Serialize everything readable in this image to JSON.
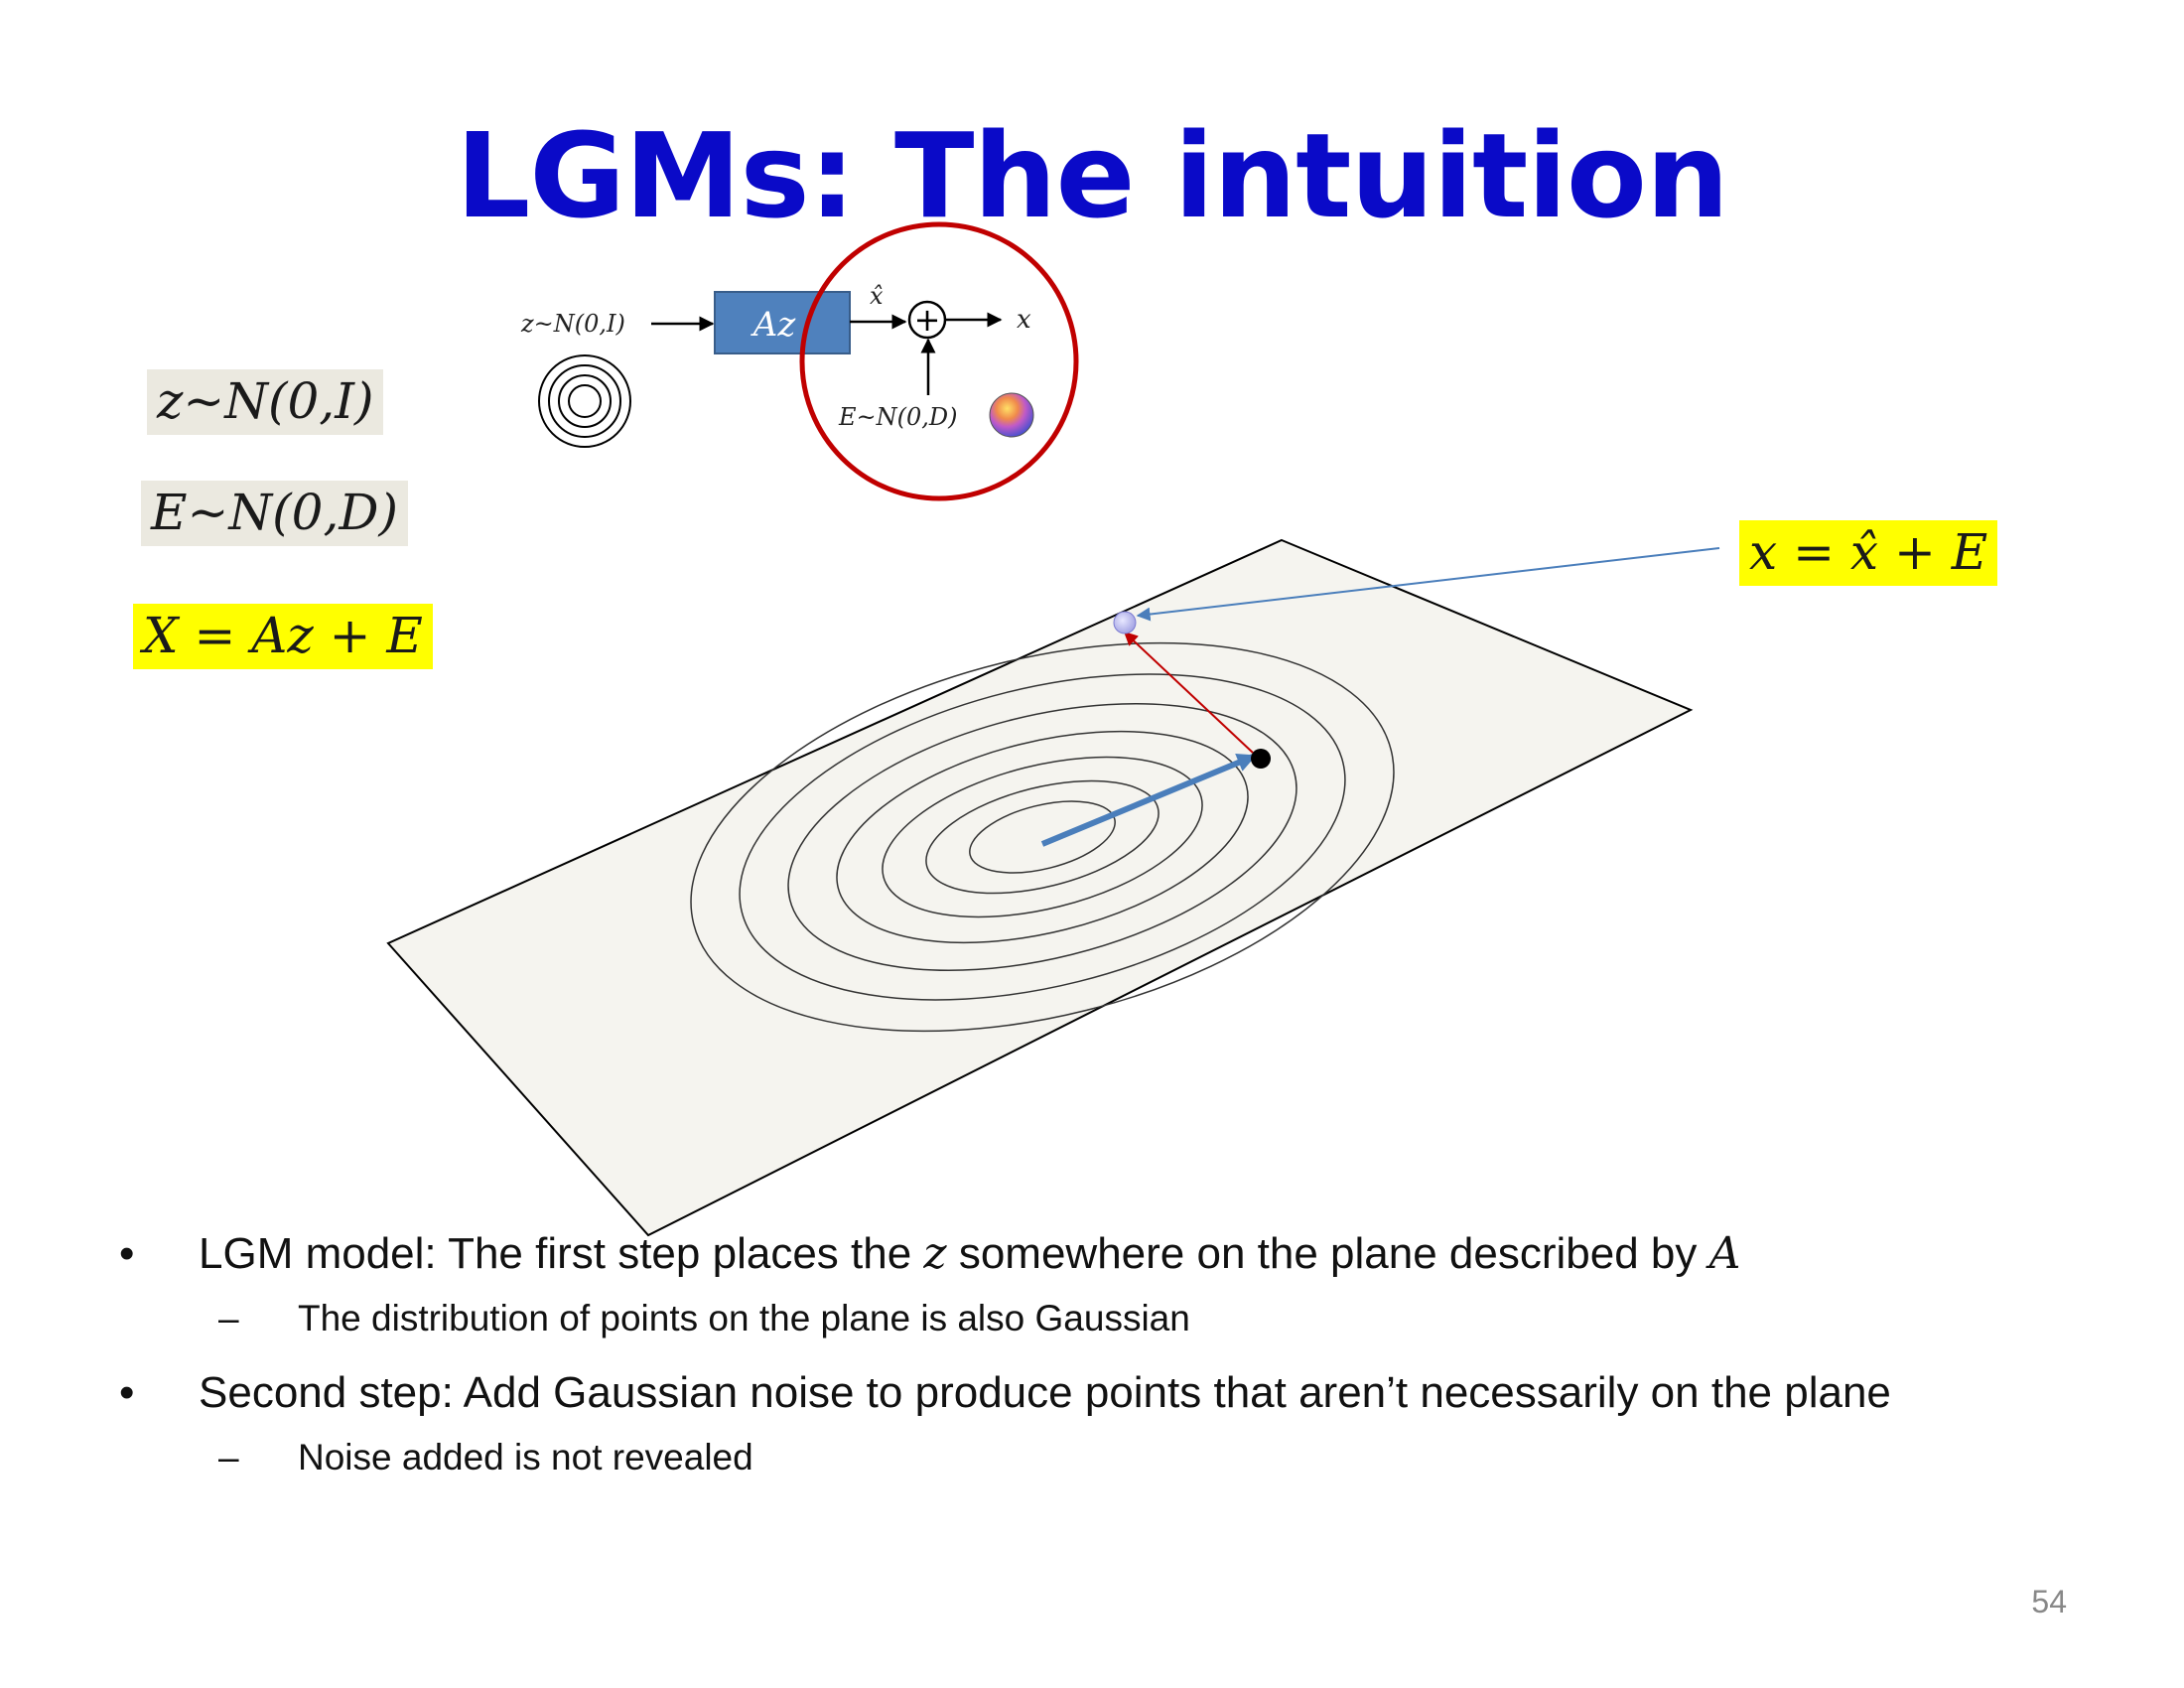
{
  "slide": {
    "title": "LGMs: The intuition",
    "page_number": "54"
  },
  "equations": {
    "z_dist": "z~N(0,I)",
    "e_dist": "E~N(0,D)",
    "x_model": "X = Az + E",
    "x_sum": "x = x̂ + E"
  },
  "block_diagram": {
    "input_label": "z~N(0,I)",
    "box_label": "Az",
    "xhat_label": "x̂",
    "plus_symbol": "+",
    "output_label": "x",
    "noise_label": "E~N(0,D)"
  },
  "colors": {
    "title": "#0a0ac8",
    "highlight": "#ffff00",
    "eq_background": "#ebe9e0",
    "box_fill": "#4f81bd",
    "circle": "#c00000",
    "plane_fill": "#f5f4ef",
    "arrow_blue": "#4a7ebb",
    "arrow_red": "#c00000"
  },
  "bullets": [
    {
      "text_before": "LGM model:  The first step places the ",
      "var1": "z",
      "text_middle": " somewhere on the plane described by ",
      "var2": "A",
      "sub": "The distribution of points on the plane is also Gaussian"
    },
    {
      "text": "Second step:  Add Gaussian noise to produce points that aren’t necessarily on the plane",
      "sub": "Noise added is not revealed"
    }
  ]
}
